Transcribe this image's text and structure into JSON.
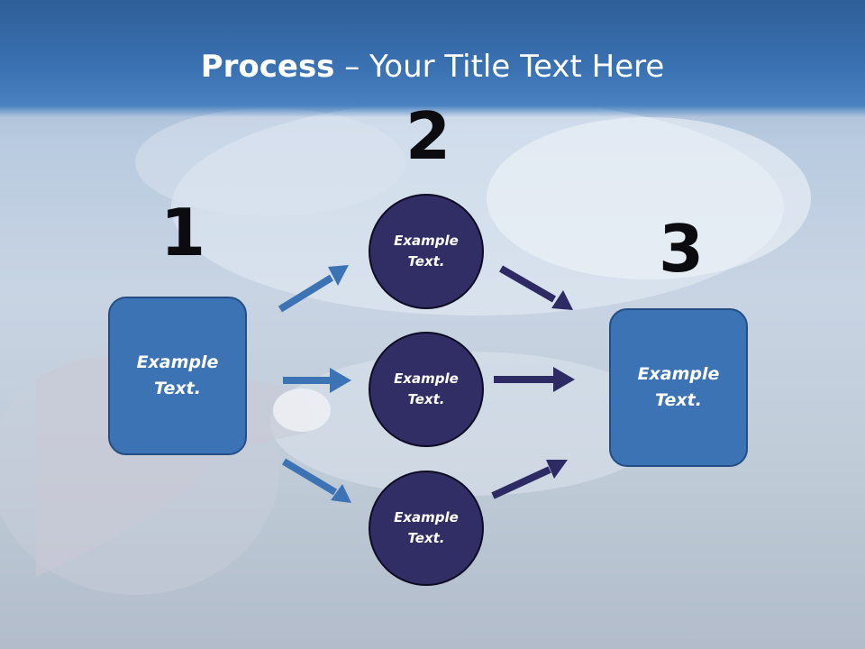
{
  "title": {
    "bold": "Process",
    "rest": " – Your Title Text Here"
  },
  "steps": {
    "one": "1",
    "two": "2",
    "three": "3"
  },
  "boxes": {
    "left": "Example Text.",
    "right": "Example Text."
  },
  "circles": [
    {
      "label": "Example Text."
    },
    {
      "label": "Example Text."
    },
    {
      "label": "Example Text."
    }
  ],
  "colors": {
    "header": "#3a72b3",
    "box": "#3c73b4",
    "circle": "#312d65",
    "arrow_blue": "#3c73b4",
    "arrow_navy": "#2e2a63"
  }
}
